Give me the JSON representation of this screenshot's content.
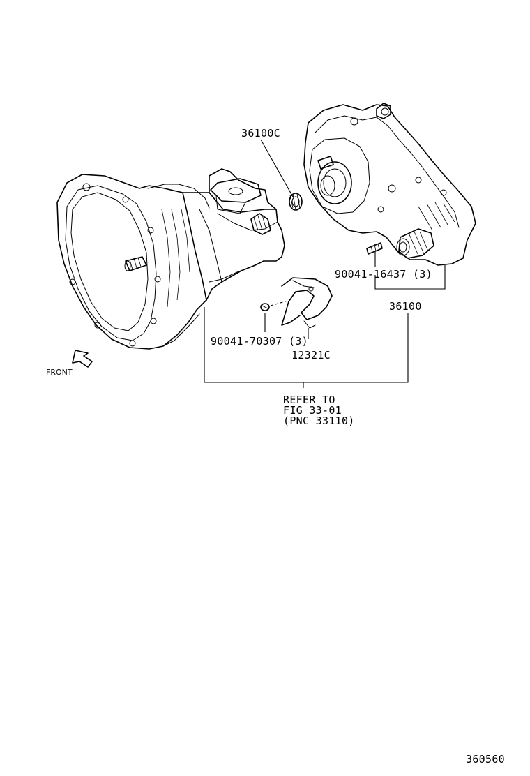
{
  "labels": {
    "part_36100c": "36100C",
    "part_90041_16437": "90041-16437 (3)",
    "part_36100": "36100",
    "part_90041_70307": "90041-70307 (3)",
    "part_12321c": "12321C",
    "front": "FRONT",
    "refer_line1": "REFER TO",
    "refer_line2": "FIG 33-01",
    "refer_line3": "(PNC 33110)",
    "figure_number": "360560"
  },
  "icons": {
    "front_arrow": "front-arrow-icon"
  }
}
